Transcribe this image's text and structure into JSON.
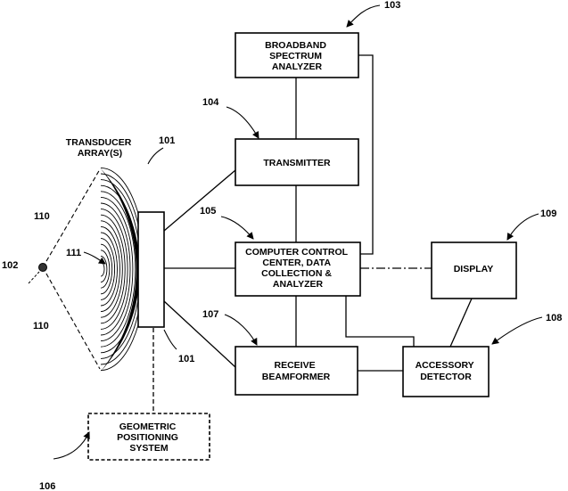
{
  "boxes": {
    "analyzer": [
      "BROADBAND",
      "SPECTRUM",
      "ANALYZER"
    ],
    "transmitter": [
      "TRANSMITTER"
    ],
    "computer": [
      "COMPUTER CONTROL",
      "CENTER, DATA",
      "COLLECTION &",
      "ANALYZER"
    ],
    "display": [
      "DISPLAY"
    ],
    "receive": [
      "RECEIVE",
      "BEAMFORMER"
    ],
    "accessory": [
      "ACCESSORY",
      "DETECTOR"
    ],
    "geometric": [
      "GEOMETRIC",
      "POSITIONING",
      "SYSTEM"
    ]
  },
  "labels": {
    "transducer": [
      "TRANSDUCER",
      "ARRAY(S)"
    ]
  },
  "refs": {
    "r103": "103",
    "r104": "104",
    "r105": "105",
    "r107": "107",
    "r108": "108",
    "r109": "109",
    "r101_top": "101",
    "r101_bottom": "101",
    "r102": "102",
    "r106": "106",
    "r110_top": "110",
    "r110_bottom": "110",
    "r111": "111"
  }
}
